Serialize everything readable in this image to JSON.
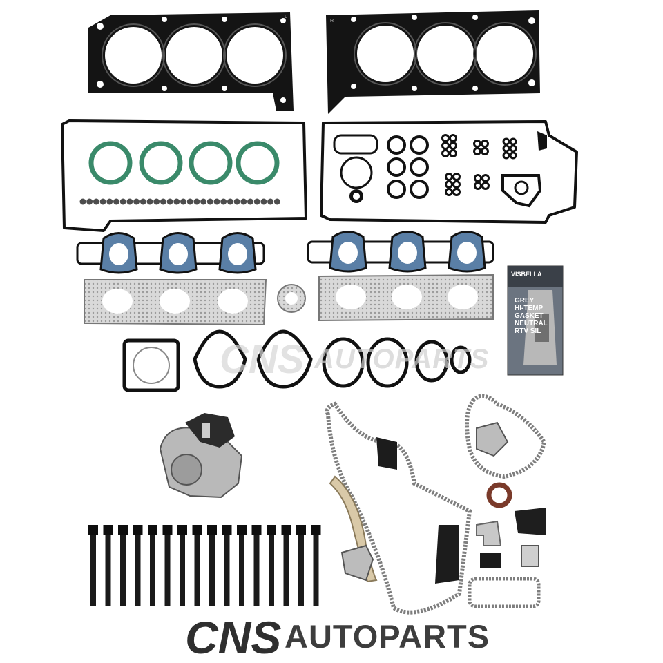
{
  "brand": {
    "logo_mark": "CNS",
    "name": "AUTOPARTS",
    "watermark_mark": "CNS",
    "watermark_name": "AUTOPARTS"
  },
  "sealant": {
    "brand": "VISBELLA",
    "label_lines": [
      "GREY",
      "HI-TEMP",
      "GASKET",
      "NEUTRAL",
      "RTV SIL"
    ]
  },
  "parts": {
    "head_gasket_left_marker": "L",
    "head_gasket_right_marker": "R",
    "head_bolt_count": 16,
    "valve_seal_count": 30
  }
}
